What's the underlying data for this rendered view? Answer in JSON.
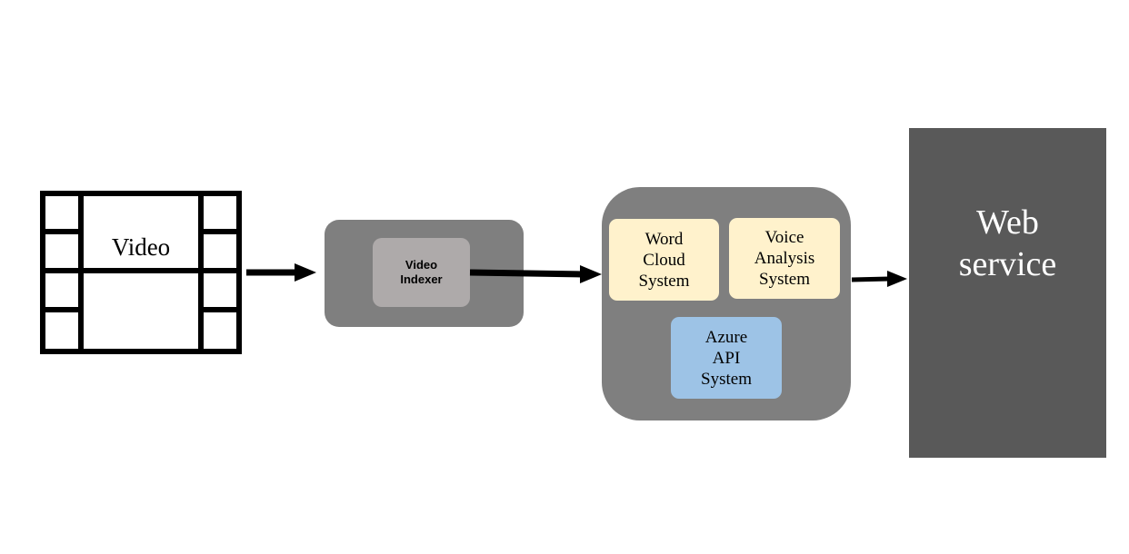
{
  "video_block": {
    "label": "Video"
  },
  "indexer_block": {
    "label": "Video\nIndexer"
  },
  "systems_group": {
    "items": [
      {
        "label": "Word\nCloud\nSystem"
      },
      {
        "label": "Voice\nAnalysis\nSystem"
      },
      {
        "label": "Azure\nAPI\nSystem"
      }
    ]
  },
  "web_service": {
    "label": "Web\nservice"
  },
  "colors": {
    "group_bg": "#7f7f7f",
    "indexer_inner": "#aeaaaa",
    "system_yellow": "#fff2cc",
    "system_blue": "#9dc3e6",
    "web_bg": "#595959",
    "web_text": "#ffffff"
  },
  "icons": [
    "film-strip-icon",
    "arrow-right-icon"
  ]
}
